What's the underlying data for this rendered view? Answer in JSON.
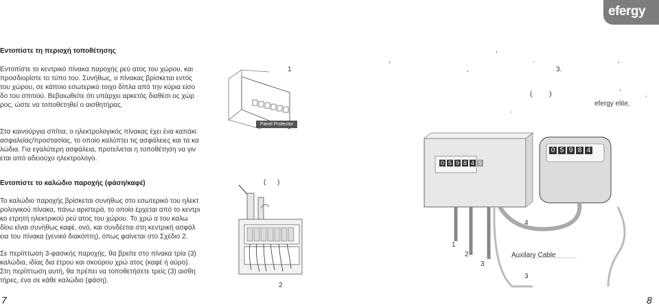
{
  "brand": {
    "logo_text": "efergy"
  },
  "left": {
    "heading1": "Εντοπίστε τη περιοχή τοποθέτησης",
    "para1": "Εντοπίστε το κεντρικό πίνακα παροχής ρεύ ατος του χώρου, και\nπροσδιορίστε το τύπο του. Συνήθως, ο πίνακας βρίσκεται εντός\nτου χώρου, σε κάποιο εσωτερικό τοιχο δίπλα από την κύρια είσο\nδο του σπιτιού. Βεβαιωθείτε ότι υπάρχει αρκετός διαθέσι ος χώρ\nρος, ώστε να τοποθετηθεί ο αισθητήρας.",
    "para2": "Στα καινούργια σπίτια, ο ηλεκτρολογικός πίνακας έχει ένα καπάκι\nασφαλείας/προστασίας, το οποίο καλύπτει τις ασφάλειες και τα κα\nλώδια. Για εγαλύτερη ασφάλεια, προτείνεται η τοποθέτηση να γιν\nεται από αδειούχο ηλεκτρολόγο.",
    "heading2": "Εντοπίστε το καλώδιο παροχής (φάση/καφέ)",
    "para3": "Το καλώδιο παροχής βρίσκεται συνήθως στο εσωτερικό του ηλεκτ\nρολογικού πίνακα, πάνω αριστερά, το οποίο έρχεται από το κεντρι\nκο ετρητή ηλεκτρικού ρεύ ατος του χώρου. Το χρώ α του καλω\nδίου είναι συνήθως καφέ, ονό, και συνδέεται στη κεντρική ασφάλ\nεια του πίνακα (γενικό διακόπτη), όπως φαίνεται στο Σχέδιο 2.",
    "para4": "Σε περίπτωση 3-φασικής παροχής, θα βρείτε στο πίνακα τρία (3)\nκαλώδια, ιδίας δια έτρου και σκούρου χρώ ατος (καφέ ή αύρο).\nΣτη περίπτωση αυτή, θα πρέπει να τοποθετήσετε τρείς (3) αισθη\nτήρες, ένα σε κάθε καλώδιο (φάση)."
  },
  "figure1": {
    "number": "1",
    "panel_label": "Panel Protector"
  },
  "figure2": {
    "number": "2"
  },
  "right": {
    "paren": "(      )",
    "frag_3": "3.",
    "frag_paren2": "(         )",
    "frag_elite": "efergy elite,",
    "meter_left_digits": [
      "0",
      "5",
      "9",
      "8",
      "4",
      "5"
    ],
    "meter_right_digits": [
      "0",
      "5",
      "9",
      "8",
      "4"
    ],
    "label_1": "1",
    "label_2": "2",
    "label_3a": "3",
    "label_3b": "3",
    "label_4": "4",
    "aux_cable": "Auxilary Cable"
  },
  "pages": {
    "left": "7",
    "right": "8"
  }
}
